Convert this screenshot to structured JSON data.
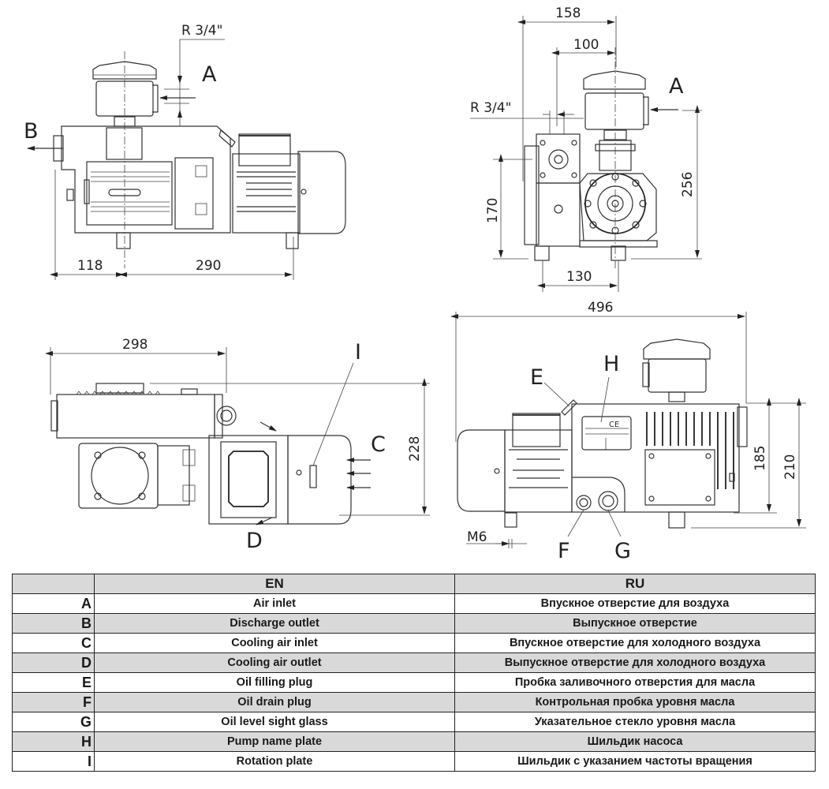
{
  "title": "Vacuum pump dimensional drawing and component legend",
  "views": {
    "front": {
      "dimensions": {
        "thread": "R 3/4\"",
        "left_offset": "118",
        "foot_spacing": "290"
      },
      "callouts": {
        "inlet": "A",
        "discharge": "B"
      }
    },
    "side": {
      "dimensions": {
        "overall_width": "158",
        "inlet_offset": "100",
        "thread": "R 3/4\"",
        "outlet_height": "170",
        "inlet_height": "256",
        "foot_width": "130"
      },
      "callouts": {
        "inlet": "A"
      }
    },
    "top": {
      "dimensions": {
        "housing_length": "298",
        "overall_depth": "228"
      },
      "callouts": {
        "rotation_plate": "I",
        "cooling_inlet": "C",
        "cooling_outlet": "D"
      }
    },
    "rear": {
      "dimensions": {
        "overall_length": "496",
        "body_height": "185",
        "overall_height": "210",
        "mount_thread": "M6"
      },
      "callouts": {
        "oil_filling": "E",
        "name_plate": "H",
        "oil_drain": "F",
        "sight_glass": "G"
      },
      "ce_mark": "CE"
    }
  },
  "legend": {
    "headers": [
      "",
      "EN",
      "RU"
    ],
    "rows": [
      {
        "key": "A",
        "en": "Air inlet",
        "ru": "Впускное отверстие для воздуха"
      },
      {
        "key": "B",
        "en": "Discharge outlet",
        "ru": "Выпускное отверстие"
      },
      {
        "key": "C",
        "en": "Cooling air inlet",
        "ru": "Впускное отверстие для холодного воздуха"
      },
      {
        "key": "D",
        "en": "Cooling air outlet",
        "ru": "Выпускное отверстие для холодного воздуха"
      },
      {
        "key": "E",
        "en": "Oil filling plug",
        "ru": "Пробка заливочного отверстия для масла"
      },
      {
        "key": "F",
        "en": "Oil drain plug",
        "ru": "Контрольная пробка уровня масла"
      },
      {
        "key": "G",
        "en": "Oil level sight glass",
        "ru": "Указательное стекло уровня масла"
      },
      {
        "key": "H",
        "en": "Pump name plate",
        "ru": "Шильдик насоса"
      },
      {
        "key": "I",
        "en": "Rotation plate",
        "ru": "Шильдик с указанием частоты вращения"
      }
    ]
  }
}
